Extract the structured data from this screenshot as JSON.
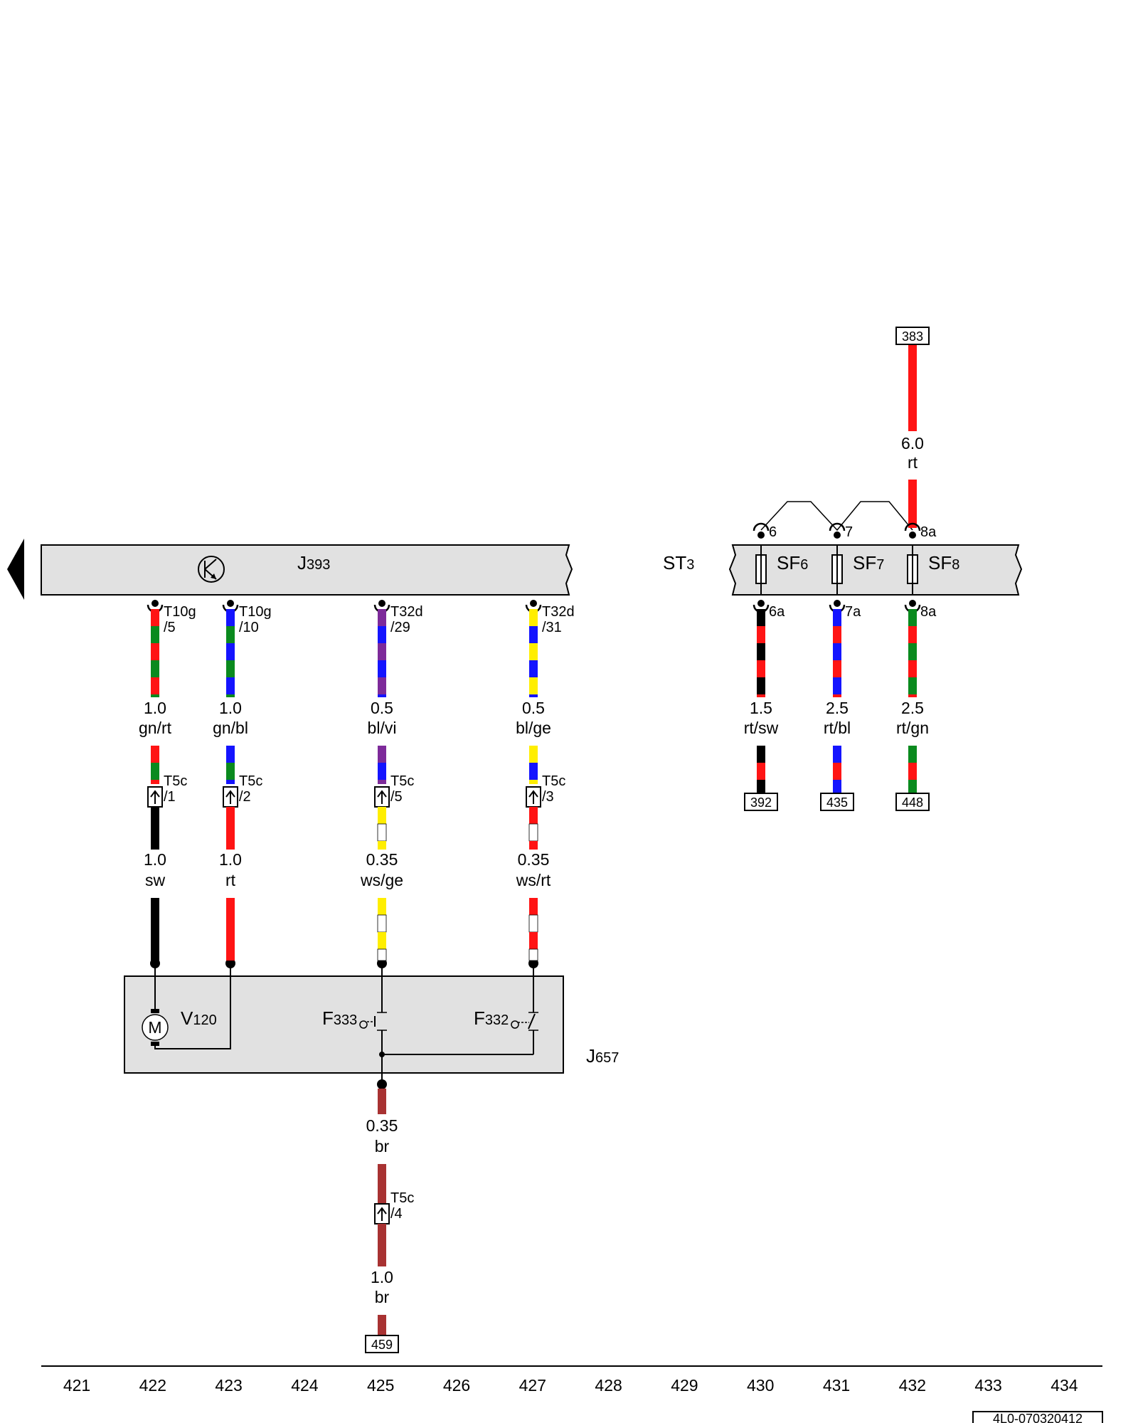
{
  "components": {
    "j393": {
      "code": "J",
      "num": "393"
    },
    "st3": {
      "code": "ST",
      "num": "3"
    },
    "j657": {
      "code": "J",
      "num": "657"
    },
    "v120": {
      "code": "V",
      "num": "120"
    },
    "f333": {
      "code": "F",
      "num": "333"
    },
    "f332": {
      "code": "F",
      "num": "332"
    },
    "sf6": {
      "code": "SF",
      "num": "6"
    },
    "sf7": {
      "code": "SF",
      "num": "7"
    },
    "sf8": {
      "code": "SF",
      "num": "8"
    },
    "motor": "M"
  },
  "wires": {
    "c422_top": {
      "conn": "T10g",
      "pin": "/5",
      "size": "1.0",
      "color": "gn/rt"
    },
    "c423_top": {
      "conn": "T10g",
      "pin": "/10",
      "size": "1.0",
      "color": "gn/bl"
    },
    "c425_top": {
      "conn": "T32d",
      "pin": "/29",
      "size": "0.5",
      "color": "bl/vi"
    },
    "c427_top": {
      "conn": "T32d",
      "pin": "/31",
      "size": "0.5",
      "color": "bl/ge"
    },
    "c422_mid": {
      "conn": "T5c",
      "pin": "/1",
      "size": "1.0",
      "color": "sw"
    },
    "c423_mid": {
      "conn": "T5c",
      "pin": "/2",
      "size": "1.0",
      "color": "rt"
    },
    "c425_mid": {
      "conn": "T5c",
      "pin": "/5",
      "size": "0.35",
      "color": "ws/ge"
    },
    "c427_mid": {
      "conn": "T5c",
      "pin": "/3",
      "size": "0.35",
      "color": "ws/rt"
    },
    "c425_low": {
      "size": "0.35",
      "color": "br"
    },
    "c425_bot": {
      "conn": "T5c",
      "pin": "/4",
      "size": "1.0",
      "color": "br"
    },
    "c432_feed": {
      "size": "6.0",
      "color": "rt"
    },
    "c430": {
      "size": "1.5",
      "color": "rt/sw",
      "pin_top": "6",
      "pin_bot": "6a"
    },
    "c431": {
      "size": "2.5",
      "color": "rt/bl",
      "pin_top": "7",
      "pin_bot": "7a"
    },
    "c432": {
      "size": "2.5",
      "color": "rt/gn",
      "pin_top": "8a",
      "pin_bot": "8a"
    }
  },
  "refs": {
    "r383": "383",
    "r392": "392",
    "r435": "435",
    "r448": "448",
    "r459": "459"
  },
  "ruler": [
    "421",
    "422",
    "423",
    "424",
    "425",
    "426",
    "427",
    "428",
    "429",
    "430",
    "431",
    "432",
    "433",
    "434"
  ],
  "doc_id": "4L0-070320412",
  "palette": {
    "rt": "#ff1414",
    "gn": "#0a8a1e",
    "bl": "#1414ff",
    "vi": "#7d2a9a",
    "ge": "#ffee00",
    "sw": "#000000",
    "ws": "#ffffff",
    "br": "#a83232",
    "box": "#e1e1e1"
  }
}
